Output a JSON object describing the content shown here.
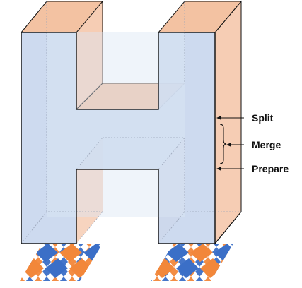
{
  "diagram": {
    "labels": {
      "split": "Split",
      "merge": "Merge",
      "prepare": "Prepare"
    },
    "colors": {
      "front_face": "#c9d7ee",
      "side_face": "#f6cdb4",
      "top_face": "#f3c2a2",
      "inner_face": "#dbe6f5",
      "outline": "#111111",
      "hidden_edge": "#9aa4b8",
      "tile_orange": "#f2873a",
      "tile_blue": "#3b6fc7"
    }
  }
}
